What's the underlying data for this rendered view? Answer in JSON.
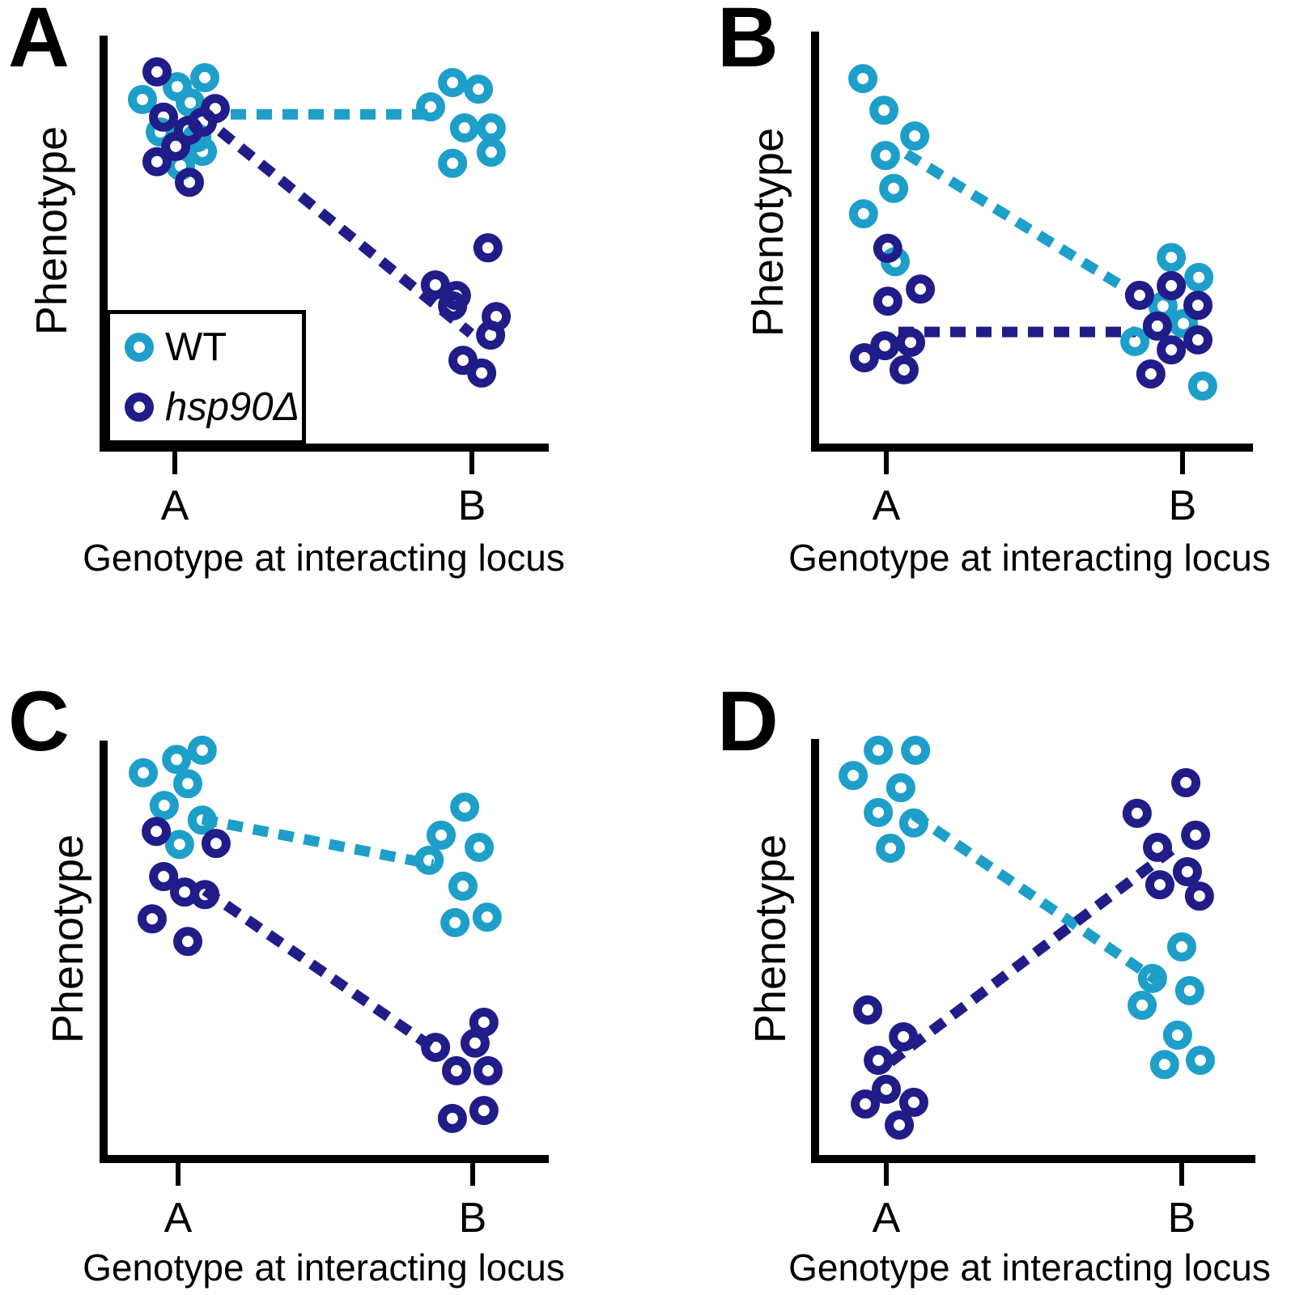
{
  "figure": {
    "background": "#ffffff",
    "colors": {
      "wt": "#1d9fc9",
      "hsp90": "#201c88",
      "axis": "#000000"
    }
  },
  "legend": {
    "items": [
      {
        "label": "WT",
        "series": "wt",
        "italic": false
      },
      {
        "label": "hsp90Δ",
        "series": "hsp90",
        "italic": true
      }
    ]
  },
  "chart_data": [
    {
      "panel": "A",
      "type": "scatter",
      "xlabel": "Genotype at interacting locus",
      "ylabel": "Phenotype",
      "categories": [
        "A",
        "B"
      ],
      "xlim": [
        -0.35,
        1.25
      ],
      "ylim": [
        0,
        100
      ],
      "grid": false,
      "legend_position": "lower-left-inside",
      "series": [
        {
          "name": "WT",
          "color_key": "wt",
          "points": [
            [
              -0.109,
              84.5
            ],
            [
              0.008,
              87.6
            ],
            [
              0.101,
              89.8
            ],
            [
              0.052,
              83.7
            ],
            [
              -0.049,
              76.6
            ],
            [
              0.074,
              75.2
            ],
            [
              0.093,
              71.9
            ],
            [
              0.019,
              68.4
            ],
            [
              0.935,
              88.6
            ],
            [
              1.022,
              87.0
            ],
            [
              0.861,
              82.7
            ],
            [
              0.975,
              77.6
            ],
            [
              1.065,
              77.6
            ],
            [
              1.065,
              71.7
            ],
            [
              0.935,
              69.0
            ]
          ]
        },
        {
          "name": "hsp90Δ",
          "color_key": "hsp90",
          "points": [
            [
              -0.06,
              91.2
            ],
            [
              -0.038,
              80.2
            ],
            [
              0.136,
              82.3
            ],
            [
              0.093,
              79.0
            ],
            [
              0.046,
              77.0
            ],
            [
              0.003,
              73.1
            ],
            [
              -0.06,
              69.4
            ],
            [
              0.049,
              64.4
            ],
            [
              1.054,
              48.5
            ],
            [
              0.877,
              39.5
            ],
            [
              0.948,
              36.9
            ],
            [
              0.935,
              34.4
            ],
            [
              1.082,
              31.8
            ],
            [
              1.063,
              27.3
            ],
            [
              0.97,
              21.2
            ],
            [
              1.033,
              18.1
            ]
          ]
        }
      ],
      "trend_lines": [
        {
          "series": "WT",
          "from": [
            0.188,
            80.9
          ],
          "to": [
            0.869,
            80.9
          ]
        },
        {
          "series": "hsp90Δ",
          "from": [
            0.153,
            76.8
          ],
          "to": [
            0.997,
            27.7
          ]
        }
      ]
    },
    {
      "panel": "B",
      "type": "scatter",
      "xlabel": "Genotype at interacting locus",
      "ylabel": "Phenotype",
      "categories": [
        "A",
        "B"
      ],
      "xlim": [
        -0.35,
        1.25
      ],
      "ylim": [
        0,
        100
      ],
      "grid": false,
      "series": [
        {
          "name": "WT",
          "color_key": "wt",
          "points": [
            [
              -0.079,
              88.7
            ],
            [
              -0.008,
              81.1
            ],
            [
              0.096,
              74.9
            ],
            [
              -0.003,
              70.2
            ],
            [
              0.025,
              62.3
            ],
            [
              -0.077,
              56.2
            ],
            [
              0.03,
              44.7
            ],
            [
              0.962,
              45.7
            ],
            [
              1.055,
              40.9
            ],
            [
              0.934,
              34.0
            ],
            [
              1.003,
              29.8
            ],
            [
              0.839,
              25.5
            ],
            [
              1.068,
              14.8
            ]
          ]
        },
        {
          "name": "hsp90Δ",
          "color_key": "hsp90",
          "points": [
            [
              0.005,
              47.9
            ],
            [
              0.115,
              38.1
            ],
            [
              0.005,
              35.2
            ],
            [
              0.082,
              25.3
            ],
            [
              -0.005,
              24.5
            ],
            [
              -0.074,
              21.6
            ],
            [
              0.06,
              18.7
            ],
            [
              0.855,
              36.6
            ],
            [
              0.962,
              38.9
            ],
            [
              1.052,
              34.2
            ],
            [
              0.915,
              29.2
            ],
            [
              1.052,
              25.9
            ],
            [
              0.962,
              23.5
            ],
            [
              0.893,
              17.7
            ]
          ]
        }
      ],
      "trend_lines": [
        {
          "series": "WT",
          "from": [
            0.068,
            70.6
          ],
          "to": [
            0.833,
            37.2
          ]
        },
        {
          "series": "hsp90Δ",
          "from": [
            0.041,
            27.8
          ],
          "to": [
            0.842,
            27.8
          ]
        }
      ]
    },
    {
      "panel": "C",
      "type": "scatter",
      "xlabel": "Genotype at interacting locus",
      "ylabel": "Phenotype",
      "categories": [
        "A",
        "B"
      ],
      "xlim": [
        -0.35,
        1.25
      ],
      "ylim": [
        0,
        100
      ],
      "grid": false,
      "series": [
        {
          "name": "WT",
          "color_key": "wt",
          "points": [
            [
              -0.118,
              92.3
            ],
            [
              -0.005,
              95.5
            ],
            [
              0.082,
              97.7
            ],
            [
              0.033,
              89.7
            ],
            [
              -0.047,
              84.5
            ],
            [
              0.082,
              81.0
            ],
            [
              0.005,
              75.2
            ],
            [
              0.973,
              84.1
            ],
            [
              0.893,
              77.4
            ],
            [
              1.022,
              74.5
            ],
            [
              0.852,
              71.4
            ],
            [
              0.967,
              65.2
            ],
            [
              0.94,
              56.5
            ],
            [
              1.049,
              57.8
            ]
          ]
        },
        {
          "name": "hsp90Δ",
          "color_key": "hsp90",
          "points": [
            [
              -0.074,
              78.3
            ],
            [
              0.129,
              75.4
            ],
            [
              -0.049,
              67.5
            ],
            [
              0.022,
              63.8
            ],
            [
              0.091,
              63.2
            ],
            [
              -0.088,
              57.4
            ],
            [
              0.033,
              52.0
            ],
            [
              1.038,
              32.7
            ],
            [
              0.874,
              26.7
            ],
            [
              1.008,
              27.7
            ],
            [
              0.945,
              21.1
            ],
            [
              1.052,
              21.1
            ],
            [
              0.931,
              9.7
            ],
            [
              1.038,
              11.6
            ]
          ]
        }
      ],
      "trend_lines": [
        {
          "series": "WT",
          "from": [
            0.082,
            81.2
          ],
          "to": [
            0.866,
            70.4
          ]
        },
        {
          "series": "hsp90Δ",
          "from": [
            0.091,
            64.2
          ],
          "to": [
            0.871,
            26.3
          ]
        }
      ]
    },
    {
      "panel": "D",
      "type": "scatter",
      "xlabel": "Genotype at interacting locus",
      "ylabel": "Phenotype",
      "categories": [
        "A",
        "B"
      ],
      "xlim": [
        -0.35,
        1.25
      ],
      "ylim": [
        0,
        100
      ],
      "grid": false,
      "series": [
        {
          "name": "WT",
          "color_key": "wt",
          "points": [
            [
              -0.027,
              97.3
            ],
            [
              0.099,
              97.3
            ],
            [
              -0.112,
              91.3
            ],
            [
              0.049,
              88.4
            ],
            [
              -0.027,
              82.5
            ],
            [
              0.093,
              80.0
            ],
            [
              0.014,
              74.0
            ],
            [
              1.0,
              50.5
            ],
            [
              0.901,
              43.0
            ],
            [
              1.027,
              40.1
            ],
            [
              0.866,
              36.6
            ],
            [
              0.986,
              29.5
            ],
            [
              0.942,
              22.5
            ],
            [
              1.063,
              23.5
            ]
          ]
        },
        {
          "name": "hsp90Δ",
          "color_key": "hsp90",
          "points": [
            [
              -0.063,
              35.5
            ],
            [
              0.058,
              29.1
            ],
            [
              -0.027,
              23.5
            ],
            [
              0.0,
              16.6
            ],
            [
              -0.071,
              13.1
            ],
            [
              0.093,
              13.5
            ],
            [
              0.044,
              8.1
            ],
            [
              1.014,
              89.6
            ],
            [
              0.849,
              82.3
            ],
            [
              1.047,
              77.1
            ],
            [
              0.918,
              74.2
            ],
            [
              1.019,
              68.4
            ],
            [
              0.926,
              65.3
            ],
            [
              1.06,
              62.6
            ]
          ]
        }
      ],
      "trend_lines": [
        {
          "series": "WT",
          "from": [
            0.093,
            81.9
          ],
          "to": [
            0.918,
            42.4
          ]
        },
        {
          "series": "hsp90Δ",
          "from": [
            0.014,
            23.1
          ],
          "to": [
            0.978,
            74.2
          ]
        }
      ]
    }
  ]
}
